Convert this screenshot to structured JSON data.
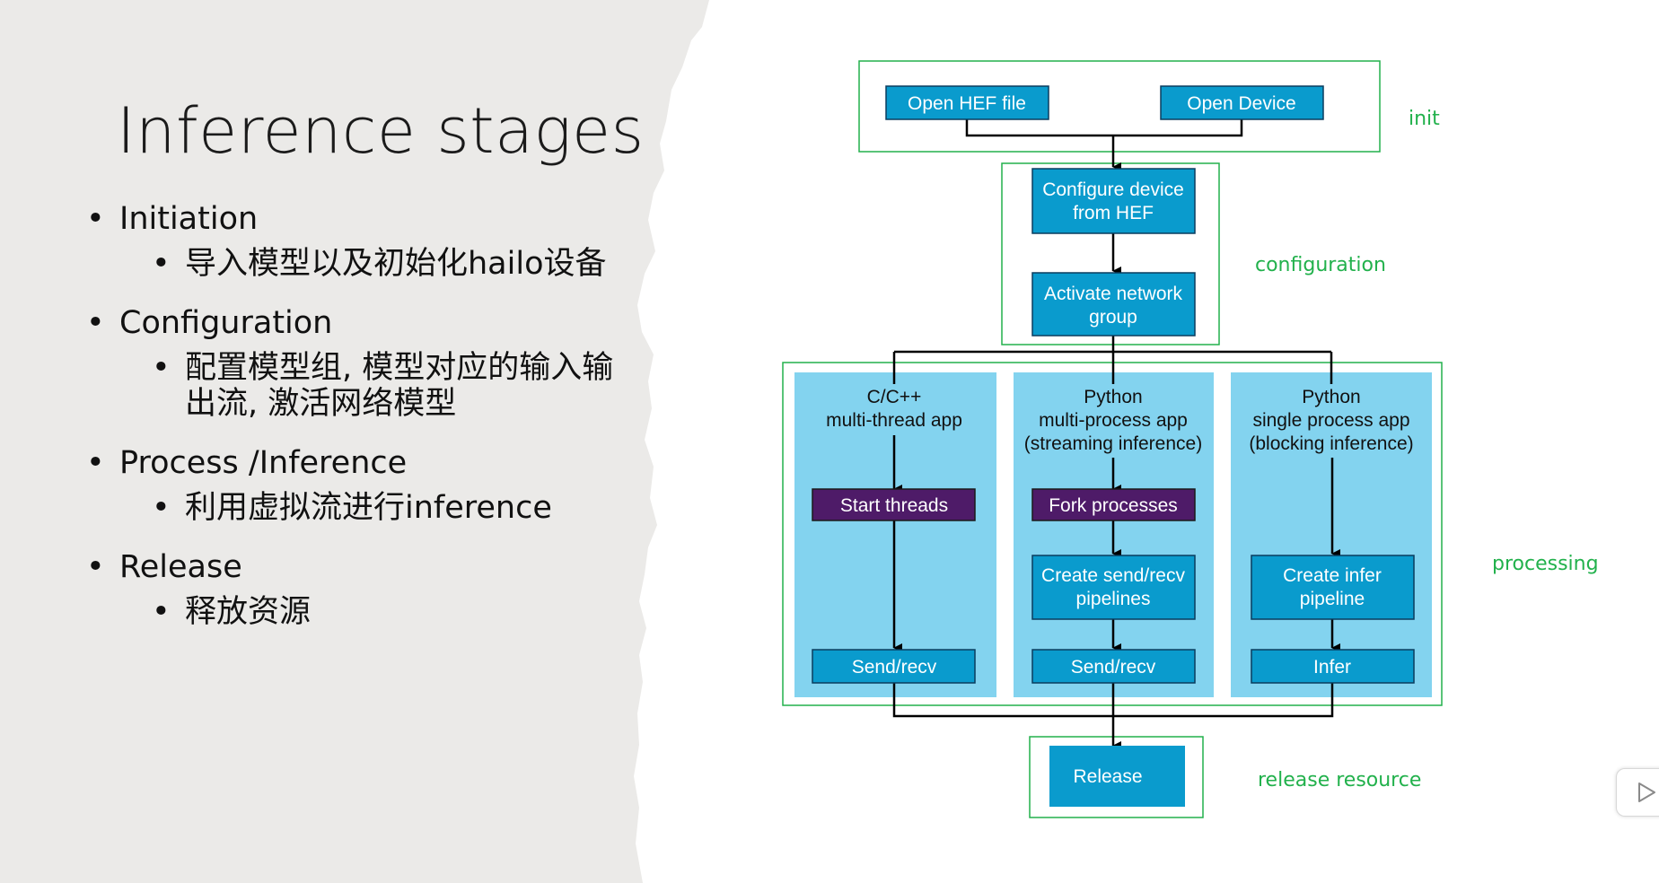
{
  "slide": {
    "title": "Inference stages",
    "bullets": [
      {
        "label": "Initiation",
        "sub": "导入模型以及初始化hailo设备"
      },
      {
        "label": "Configuration",
        "sub": "配置模型组, 模型对应的输入输\n出流, 激活网络模型"
      },
      {
        "label": "Process /Inference",
        "sub": "利用虚拟流进行inference"
      },
      {
        "label": "Release",
        "sub": "释放资源"
      }
    ]
  },
  "diagram": {
    "stages": {
      "init": "init",
      "configuration": "configuration",
      "processing": "processing",
      "release": "release resource"
    },
    "boxes": {
      "open_hef": "Open HEF file",
      "open_device": "Open Device",
      "configure_device": [
        "Configure device",
        "from HEF"
      ],
      "activate_network": [
        "Activate network",
        "group"
      ],
      "release": "Release"
    },
    "columns": [
      {
        "header": [
          "C/C++",
          "multi-thread app"
        ],
        "steps": [
          "Start threads",
          "Send/recv"
        ]
      },
      {
        "header": [
          "Python",
          "multi-process app",
          "(streaming inference)"
        ],
        "steps": [
          "Fork processes",
          [
            "Create send/recv",
            "pipelines"
          ],
          "Send/recv"
        ]
      },
      {
        "header": [
          "Python",
          "single process app",
          "(blocking inference)"
        ],
        "steps": [
          [
            "Create infer",
            "pipeline"
          ],
          "Infer"
        ]
      }
    ]
  },
  "colors": {
    "box_blue": "#0a9bcd",
    "panel_blue": "#83d3ef",
    "purple": "#4e1b68",
    "green_frame": "#22b14c",
    "left_panel": "#ebeae8"
  },
  "icons": {
    "play": "play-icon"
  }
}
